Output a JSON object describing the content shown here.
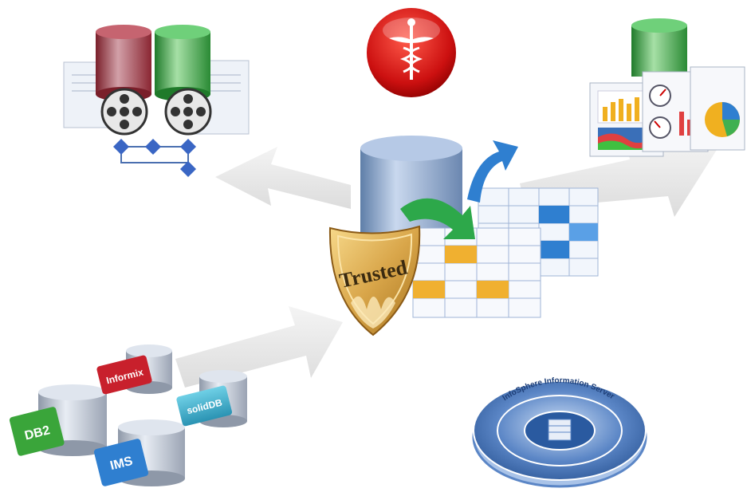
{
  "center": {
    "shield_text": "Trusted"
  },
  "sources": {
    "db2": "DB2",
    "ims": "IMS",
    "informix": "Informix",
    "soliddb": "solidDB"
  },
  "wheel": {
    "outer_ring_text": "InfoSphere Information Server"
  },
  "colors": {
    "arrow": "#e9e9e9",
    "cyl_red": "#b5313d",
    "cyl_green": "#3aa84a",
    "cyl_blue": "#6f8fb8",
    "db2_box": "#3aa53a",
    "ims_box": "#2f7fd0",
    "informix_box": "#c8202c",
    "soliddb_box": "#36a9c8",
    "badge_red": "#d41414"
  }
}
